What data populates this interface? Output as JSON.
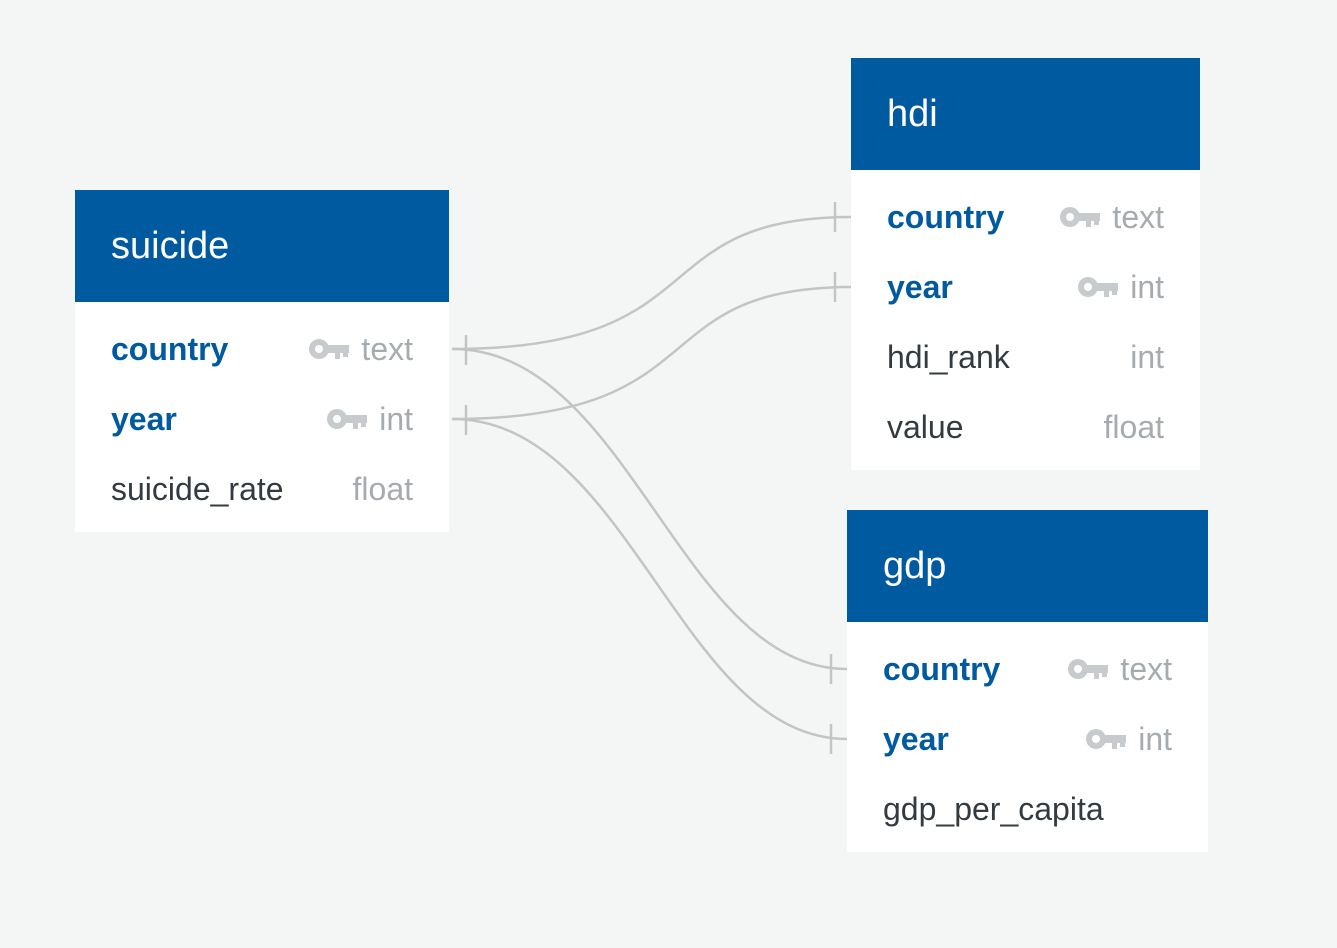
{
  "colors": {
    "background": "#f4f6f6",
    "header": "#005aa0",
    "primary_key_text": "#005aa0",
    "column_text": "#333a40",
    "type_text": "#a6abb0",
    "connector": "#c4c4c4"
  },
  "tables": {
    "suicide": {
      "name": "suicide",
      "columns": [
        {
          "name": "country",
          "type": "text",
          "primary_key": true,
          "icon": "key-icon"
        },
        {
          "name": "year",
          "type": "int",
          "primary_key": true,
          "icon": "key-icon"
        },
        {
          "name": "suicide_rate",
          "type": "float",
          "primary_key": false
        }
      ]
    },
    "hdi": {
      "name": "hdi",
      "columns": [
        {
          "name": "country",
          "type": "text",
          "primary_key": true,
          "icon": "key-icon"
        },
        {
          "name": "year",
          "type": "int",
          "primary_key": true,
          "icon": "key-icon"
        },
        {
          "name": "hdi_rank",
          "type": "int",
          "primary_key": false
        },
        {
          "name": "value",
          "type": "float",
          "primary_key": false
        }
      ]
    },
    "gdp": {
      "name": "gdp",
      "columns": [
        {
          "name": "country",
          "type": "text",
          "primary_key": true,
          "icon": "key-icon"
        },
        {
          "name": "year",
          "type": "int",
          "primary_key": true,
          "icon": "key-icon"
        },
        {
          "name": "gdp_per_capita",
          "type": "",
          "primary_key": false
        }
      ]
    }
  },
  "relationships": [
    {
      "from": "suicide.country",
      "to": "hdi.country",
      "cardinality": "one-to-one"
    },
    {
      "from": "suicide.year",
      "to": "hdi.year",
      "cardinality": "one-to-one"
    },
    {
      "from": "suicide.country",
      "to": "gdp.country",
      "cardinality": "one-to-one"
    },
    {
      "from": "suicide.year",
      "to": "gdp.year",
      "cardinality": "one-to-one"
    }
  ]
}
